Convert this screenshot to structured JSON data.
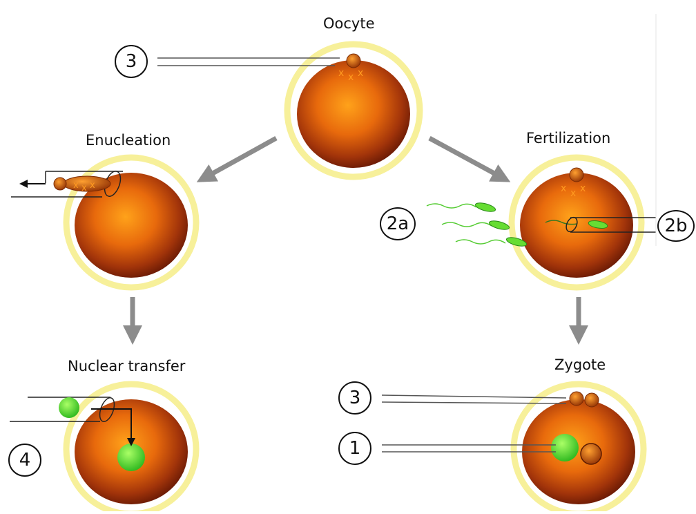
{
  "stages": {
    "oocyte": "Oocyte",
    "enucleation": "Enucleation",
    "fertilization": "Fertilization",
    "nuclear_transfer": "Nuclear transfer",
    "zygote": "Zygote"
  },
  "step_markers": {
    "oocyte_pipette": "3",
    "sperm_free": "2a",
    "sperm_injection": "2b",
    "zygote_polar_body": "3",
    "zygote_pronucleus": "1",
    "nuclear_transfer": "4"
  },
  "colors": {
    "zona": "#f7f09a",
    "cytoplasm_center": "#ff9a1a",
    "cytoplasm_edge": "#7a1e06",
    "nucleus": "#66dd33",
    "arrow": "#8c8c8c",
    "sperm": "#55cc33"
  }
}
